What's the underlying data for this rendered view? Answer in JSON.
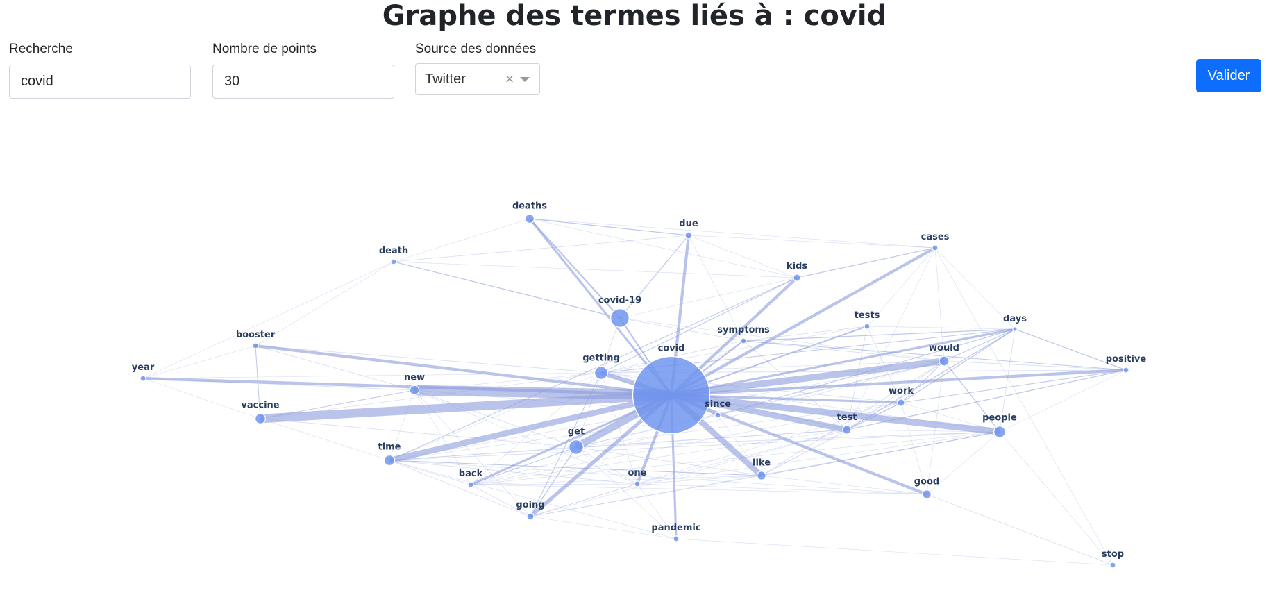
{
  "page": {
    "title": "Graphe des termes liés à : covid"
  },
  "form": {
    "search": {
      "label": "Recherche",
      "value": "covid"
    },
    "points": {
      "label": "Nombre de points",
      "value": "30"
    },
    "source": {
      "label": "Source des données",
      "value": "Twitter"
    },
    "submit_label": "Valider"
  },
  "colors": {
    "node": "#6d93ee",
    "edge": "#8c9ddc",
    "button": "#0d6efd"
  },
  "graph_data": {
    "center": "covid",
    "nodes": [
      {
        "id": "covid",
        "weight": 30
      },
      {
        "id": "covid-19",
        "weight": 7.2
      },
      {
        "id": "getting",
        "weight": 5.1
      },
      {
        "id": "get",
        "weight": 5.6
      },
      {
        "id": "new",
        "weight": 3.6
      },
      {
        "id": "vaccine",
        "weight": 4.0
      },
      {
        "id": "time",
        "weight": 4.1
      },
      {
        "id": "like",
        "weight": 3.4
      },
      {
        "id": "test",
        "weight": 3.3
      },
      {
        "id": "people",
        "weight": 4.5
      },
      {
        "id": "would",
        "weight": 3.8
      },
      {
        "id": "work",
        "weight": 2.8
      },
      {
        "id": "good",
        "weight": 3.4
      },
      {
        "id": "deaths",
        "weight": 3.5
      },
      {
        "id": "due",
        "weight": 2.7
      },
      {
        "id": "death",
        "weight": 2.2
      },
      {
        "id": "cases",
        "weight": 2.2
      },
      {
        "id": "kids",
        "weight": 2.8
      },
      {
        "id": "booster",
        "weight": 2.2
      },
      {
        "id": "year",
        "weight": 2.2
      },
      {
        "id": "symptoms",
        "weight": 2.2
      },
      {
        "id": "tests",
        "weight": 2.2
      },
      {
        "id": "days",
        "weight": 1.7
      },
      {
        "id": "positive",
        "weight": 2.2
      },
      {
        "id": "since",
        "weight": 2.2
      },
      {
        "id": "back",
        "weight": 2.2
      },
      {
        "id": "one",
        "weight": 2.2
      },
      {
        "id": "going",
        "weight": 2.7
      },
      {
        "id": "pandemic",
        "weight": 2.2
      },
      {
        "id": "stop",
        "weight": 2.2
      }
    ],
    "edges": [
      {
        "source": "covid",
        "target": "new",
        "weight": 14
      },
      {
        "source": "covid",
        "target": "vaccine",
        "weight": 12
      },
      {
        "source": "covid",
        "target": "get",
        "weight": 10
      },
      {
        "source": "covid",
        "target": "time",
        "weight": 8
      },
      {
        "source": "covid",
        "target": "people",
        "weight": 9
      },
      {
        "source": "covid",
        "target": "would",
        "weight": 9
      },
      {
        "source": "covid",
        "target": "like",
        "weight": 8
      },
      {
        "source": "covid",
        "target": "test",
        "weight": 8
      },
      {
        "source": "covid",
        "target": "going",
        "weight": 5
      },
      {
        "source": "covid",
        "target": "getting",
        "weight": 6
      },
      {
        "source": "covid",
        "target": "positive",
        "weight": 4
      },
      {
        "source": "covid",
        "target": "booster",
        "weight": 4
      },
      {
        "source": "covid",
        "target": "due",
        "weight": 4
      },
      {
        "source": "covid",
        "target": "kids",
        "weight": 4
      },
      {
        "source": "covid",
        "target": "cases",
        "weight": 4
      },
      {
        "source": "covid",
        "target": "year",
        "weight": 4
      },
      {
        "source": "covid",
        "target": "good",
        "weight": 4
      },
      {
        "source": "covid",
        "target": "one",
        "weight": 4
      },
      {
        "source": "covid",
        "target": "pandemic",
        "weight": 3
      },
      {
        "source": "covid",
        "target": "back",
        "weight": 3
      },
      {
        "source": "covid",
        "target": "deaths",
        "weight": 3
      },
      {
        "source": "covid",
        "target": "work",
        "weight": 3
      },
      {
        "source": "covid",
        "target": "days",
        "weight": 3
      },
      {
        "source": "covid",
        "target": "covid-19",
        "weight": 2
      },
      {
        "source": "covid",
        "target": "symptoms",
        "weight": 2
      },
      {
        "source": "covid",
        "target": "since",
        "weight": 2
      },
      {
        "source": "covid",
        "target": "tests",
        "weight": 2
      },
      {
        "source": "deaths",
        "target": "due",
        "weight": 1.2
      },
      {
        "source": "deaths",
        "target": "covid-19",
        "weight": 2
      },
      {
        "source": "due",
        "target": "covid-19",
        "weight": 1.2
      },
      {
        "source": "death",
        "target": "covid-19",
        "weight": 1.2
      },
      {
        "source": "death",
        "target": "due",
        "weight": 0.8
      },
      {
        "source": "death",
        "target": "kids",
        "weight": 0.6
      },
      {
        "source": "death",
        "target": "booster",
        "weight": 0.5
      },
      {
        "source": "kids",
        "target": "cases",
        "weight": 1.2
      },
      {
        "source": "kids",
        "target": "getting",
        "weight": 1
      },
      {
        "source": "kids",
        "target": "time",
        "weight": 1
      },
      {
        "source": "cases",
        "target": "deaths",
        "weight": 0.6
      },
      {
        "source": "cases",
        "target": "due",
        "weight": 0.6
      },
      {
        "source": "cases",
        "target": "days",
        "weight": 0.5
      },
      {
        "source": "cases",
        "target": "tests",
        "weight": 0.5
      },
      {
        "source": "cases",
        "target": "would",
        "weight": 0.5
      },
      {
        "source": "cases",
        "target": "test",
        "weight": 0.5
      },
      {
        "source": "days",
        "target": "positive",
        "weight": 1.2
      },
      {
        "source": "days",
        "target": "test",
        "weight": 1.2
      },
      {
        "source": "days",
        "target": "work",
        "weight": 1.2
      },
      {
        "source": "days",
        "target": "symptoms",
        "weight": 1.2
      },
      {
        "source": "days",
        "target": "would",
        "weight": 1
      },
      {
        "source": "days",
        "target": "people",
        "weight": 0.8
      },
      {
        "source": "days",
        "target": "getting",
        "weight": 1
      },
      {
        "source": "days",
        "target": "since",
        "weight": 1
      },
      {
        "source": "days",
        "target": "tests",
        "weight": 0.5
      },
      {
        "source": "positive",
        "target": "work",
        "weight": 1
      },
      {
        "source": "positive",
        "target": "test",
        "weight": 1.2
      },
      {
        "source": "positive",
        "target": "symptoms",
        "weight": 1
      },
      {
        "source": "positive",
        "target": "getting",
        "weight": 0.8
      },
      {
        "source": "positive",
        "target": "would",
        "weight": 0.8
      },
      {
        "source": "tests",
        "target": "work",
        "weight": 0.8
      },
      {
        "source": "tests",
        "target": "test",
        "weight": 0.8
      },
      {
        "source": "tests",
        "target": "symptoms",
        "weight": 0.8
      },
      {
        "source": "tests",
        "target": "getting",
        "weight": 0.6
      },
      {
        "source": "symptoms",
        "target": "test",
        "weight": 0.8
      },
      {
        "source": "symptoms",
        "target": "getting",
        "weight": 0.8
      },
      {
        "source": "symptoms",
        "target": "get",
        "weight": 0.6
      },
      {
        "source": "symptoms",
        "target": "would",
        "weight": 0.8
      },
      {
        "source": "would",
        "target": "people",
        "weight": 1.2
      },
      {
        "source": "would",
        "target": "work",
        "weight": 1
      },
      {
        "source": "would",
        "target": "get",
        "weight": 0.8
      },
      {
        "source": "would",
        "target": "like",
        "weight": 0.8
      },
      {
        "source": "would",
        "target": "since",
        "weight": 0.8
      },
      {
        "source": "would",
        "target": "test",
        "weight": 0.8
      },
      {
        "source": "would",
        "target": "good",
        "weight": 0.6
      },
      {
        "source": "would",
        "target": "back",
        "weight": 0.6
      },
      {
        "source": "would",
        "target": "time",
        "weight": 0.6
      },
      {
        "source": "would",
        "target": "getting",
        "weight": 0.6
      },
      {
        "source": "people",
        "target": "like",
        "weight": 1
      },
      {
        "source": "people",
        "target": "time",
        "weight": 0.8
      },
      {
        "source": "people",
        "target": "back",
        "weight": 0.6
      },
      {
        "source": "people",
        "target": "good",
        "weight": 0.6
      },
      {
        "source": "people",
        "target": "get",
        "weight": 0.8
      },
      {
        "source": "people",
        "target": "stop",
        "weight": 0.5
      },
      {
        "source": "people",
        "target": "one",
        "weight": 0.6
      },
      {
        "source": "people",
        "target": "going",
        "weight": 0.6
      },
      {
        "source": "people",
        "target": "positive",
        "weight": 0.6
      },
      {
        "source": "people",
        "target": "work",
        "weight": 0.6
      },
      {
        "source": "people",
        "target": "test",
        "weight": 0.6
      },
      {
        "source": "people",
        "target": "getting",
        "weight": 0.6
      },
      {
        "source": "work",
        "target": "test",
        "weight": 1
      },
      {
        "source": "work",
        "target": "good",
        "weight": 0.6
      },
      {
        "source": "work",
        "target": "like",
        "weight": 0.6
      },
      {
        "source": "work",
        "target": "get",
        "weight": 0.6
      },
      {
        "source": "work",
        "target": "going",
        "weight": 0.6
      },
      {
        "source": "work",
        "target": "back",
        "weight": 0.6
      },
      {
        "source": "work",
        "target": "getting",
        "weight": 0.8
      },
      {
        "source": "test",
        "target": "get",
        "weight": 0.8
      },
      {
        "source": "test",
        "target": "getting",
        "weight": 0.8
      },
      {
        "source": "test",
        "target": "like",
        "weight": 0.6
      },
      {
        "source": "test",
        "target": "going",
        "weight": 0.6
      },
      {
        "source": "test",
        "target": "one",
        "weight": 0.6
      },
      {
        "source": "test",
        "target": "back",
        "weight": 0.6
      },
      {
        "source": "test",
        "target": "time",
        "weight": 0.6
      },
      {
        "source": "good",
        "target": "stop",
        "weight": 0.8
      },
      {
        "source": "good",
        "target": "like",
        "weight": 0.6
      },
      {
        "source": "good",
        "target": "time",
        "weight": 0.6
      },
      {
        "source": "good",
        "target": "one",
        "weight": 0.6
      },
      {
        "source": "good",
        "target": "back",
        "weight": 0.5
      },
      {
        "source": "like",
        "target": "one",
        "weight": 0.6
      },
      {
        "source": "like",
        "target": "time",
        "weight": 1
      },
      {
        "source": "like",
        "target": "get",
        "weight": 0.8
      },
      {
        "source": "like",
        "target": "going",
        "weight": 0.8
      },
      {
        "source": "like",
        "target": "back",
        "weight": 0.6
      },
      {
        "source": "like",
        "target": "since",
        "weight": 0.6
      },
      {
        "source": "since",
        "target": "new",
        "weight": 0.6
      },
      {
        "source": "since",
        "target": "time",
        "weight": 0.6
      },
      {
        "source": "since",
        "target": "get",
        "weight": 0.6
      },
      {
        "source": "since",
        "target": "getting",
        "weight": 0.6
      },
      {
        "source": "time",
        "target": "back",
        "weight": 0.8
      },
      {
        "source": "time",
        "target": "get",
        "weight": 0.8
      },
      {
        "source": "time",
        "target": "one",
        "weight": 0.8
      },
      {
        "source": "time",
        "target": "going",
        "weight": 0.8
      },
      {
        "source": "time",
        "target": "pandemic",
        "weight": 0.6
      },
      {
        "source": "time",
        "target": "new",
        "weight": 0.6
      },
      {
        "source": "time",
        "target": "vaccine",
        "weight": 0.6
      },
      {
        "source": "time",
        "target": "getting",
        "weight": 0.6
      },
      {
        "source": "back",
        "target": "get",
        "weight": 1
      },
      {
        "source": "back",
        "target": "going",
        "weight": 0.8
      },
      {
        "source": "back",
        "target": "one",
        "weight": 0.6
      },
      {
        "source": "back",
        "target": "new",
        "weight": 0.6
      },
      {
        "source": "back",
        "target": "getting",
        "weight": 0.6
      },
      {
        "source": "going",
        "target": "get",
        "weight": 1.2
      },
      {
        "source": "going",
        "target": "getting",
        "weight": 1
      },
      {
        "source": "going",
        "target": "one",
        "weight": 0.6
      },
      {
        "source": "going",
        "target": "pandemic",
        "weight": 0.6
      },
      {
        "source": "going",
        "target": "new",
        "weight": 0.6
      },
      {
        "source": "one",
        "target": "getting",
        "weight": 0.6
      },
      {
        "source": "one",
        "target": "get",
        "weight": 0.6
      },
      {
        "source": "one",
        "target": "new",
        "weight": 0.6
      },
      {
        "source": "pandemic",
        "target": "get",
        "weight": 0.6
      },
      {
        "source": "pandemic",
        "target": "stop",
        "weight": 0.5
      },
      {
        "source": "pandemic",
        "target": "one",
        "weight": 0.5
      },
      {
        "source": "get",
        "target": "getting",
        "weight": 0.8
      },
      {
        "source": "get",
        "target": "new",
        "weight": 0.8
      },
      {
        "source": "get",
        "target": "vaccine",
        "weight": 0.8
      },
      {
        "source": "new",
        "target": "vaccine",
        "weight": 1
      },
      {
        "source": "new",
        "target": "booster",
        "weight": 0.8
      },
      {
        "source": "new",
        "target": "year",
        "weight": 0.8
      },
      {
        "source": "new",
        "target": "getting",
        "weight": 0.6
      },
      {
        "source": "vaccine",
        "target": "booster",
        "weight": 1
      },
      {
        "source": "vaccine",
        "target": "year",
        "weight": 0.6
      },
      {
        "source": "vaccine",
        "target": "getting",
        "weight": 0.6
      },
      {
        "source": "booster",
        "target": "year",
        "weight": 0.6
      },
      {
        "source": "booster",
        "target": "getting",
        "weight": 0.8
      },
      {
        "source": "year",
        "target": "getting",
        "weight": 0.5
      },
      {
        "source": "year",
        "target": "death",
        "weight": 0.5
      },
      {
        "source": "getting",
        "target": "covid-19",
        "weight": 0.8
      },
      {
        "source": "covid-19",
        "target": "symptoms",
        "weight": 0.8
      },
      {
        "source": "covid-19",
        "target": "kids",
        "weight": 0.6
      },
      {
        "source": "covid-19",
        "target": "would",
        "weight": 0.6
      },
      {
        "source": "deaths",
        "target": "death",
        "weight": 0.5
      },
      {
        "source": "deaths",
        "target": "kids",
        "weight": 0.5
      },
      {
        "source": "due",
        "target": "kids",
        "weight": 0.6
      },
      {
        "source": "due",
        "target": "symptoms",
        "weight": 0.6
      },
      {
        "source": "stop",
        "target": "cases",
        "weight": 0.5
      }
    ]
  }
}
